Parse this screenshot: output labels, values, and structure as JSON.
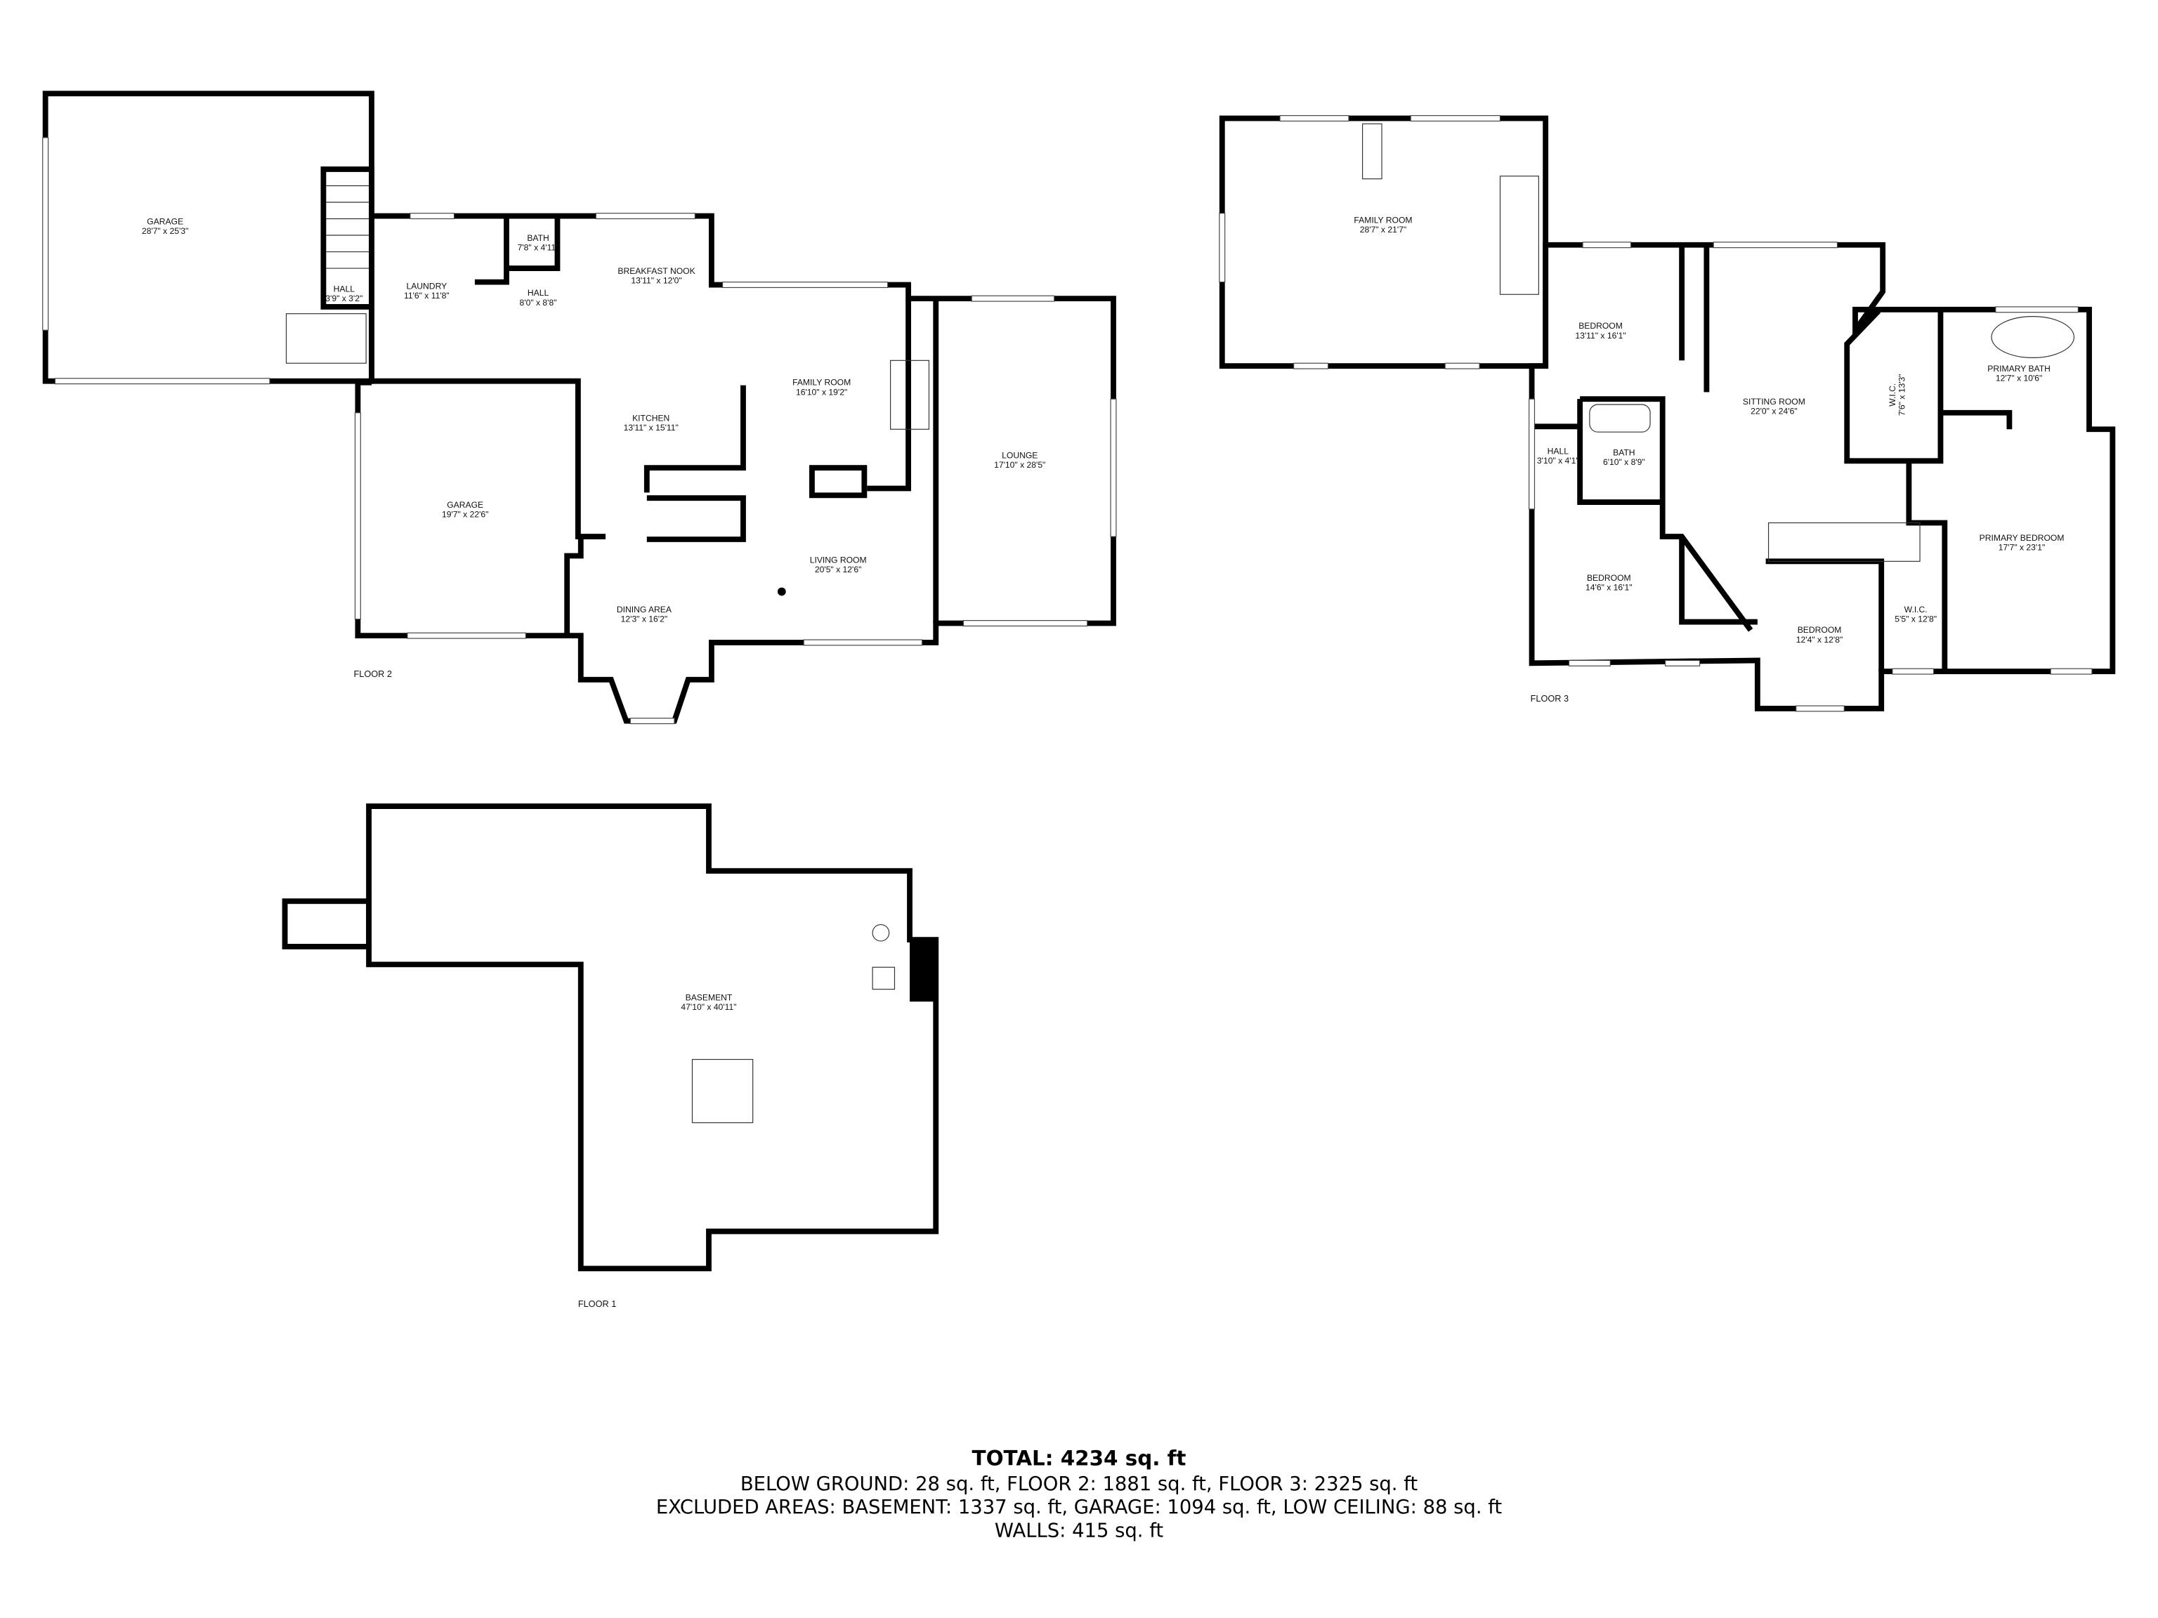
{
  "floor2": {
    "label": "FLOOR 2",
    "rooms": [
      {
        "name": "GARAGE",
        "dims": "28'7\" x 25'3\""
      },
      {
        "name": "HALL",
        "dims": "3'9\" x 3'2\""
      },
      {
        "name": "LAUNDRY",
        "dims": "11'6\" x 11'8\""
      },
      {
        "name": "BATH",
        "dims": "7'8\" x 4'11\""
      },
      {
        "name": "HALL",
        "dims": "8'0\" x 8'8\""
      },
      {
        "name": "BREAKFAST NOOK",
        "dims": "13'11\" x 12'0\""
      },
      {
        "name": "KITCHEN",
        "dims": "13'11\" x 15'11\""
      },
      {
        "name": "FAMILY ROOM",
        "dims": "16'10\" x 19'2\""
      },
      {
        "name": "LOUNGE",
        "dims": "17'10\" x 28'5\""
      },
      {
        "name": "GARAGE",
        "dims": "19'7\" x 22'6\""
      },
      {
        "name": "LIVING ROOM",
        "dims": "20'5\" x 12'6\""
      },
      {
        "name": "DINING AREA",
        "dims": "12'3\" x 16'2\""
      }
    ]
  },
  "floor3": {
    "label": "FLOOR 3",
    "rooms": [
      {
        "name": "FAMILY ROOM",
        "dims": "28'7\" x 21'7\""
      },
      {
        "name": "BEDROOM",
        "dims": "13'11\" x 16'1\""
      },
      {
        "name": "SITTING ROOM",
        "dims": "22'0\" x 24'6\""
      },
      {
        "name": "W.I.C.",
        "dims": "7'6\" x 13'3\""
      },
      {
        "name": "PRIMARY BATH",
        "dims": "12'7\" x 10'6\""
      },
      {
        "name": "HALL",
        "dims": "3'10\" x 4'1\""
      },
      {
        "name": "BATH",
        "dims": "6'10\" x 8'9\""
      },
      {
        "name": "BEDROOM",
        "dims": "14'6\" x 16'1\""
      },
      {
        "name": "BEDROOM",
        "dims": "12'4\" x 12'8\""
      },
      {
        "name": "W.I.C.",
        "dims": "5'5\" x 12'8\""
      },
      {
        "name": "PRIMARY BEDROOM",
        "dims": "17'7\" x 23'1\""
      }
    ]
  },
  "floor1": {
    "label": "FLOOR 1",
    "rooms": [
      {
        "name": "BASEMENT",
        "dims": "47'10\" x 40'11\""
      }
    ]
  },
  "summary": {
    "total": "TOTAL: 4234 sq. ft",
    "line1": "BELOW GROUND: 28 sq. ft, FLOOR 2: 1881 sq. ft, FLOOR 3: 2325 sq. ft",
    "line2": "EXCLUDED AREAS: BASEMENT: 1337 sq. ft, GARAGE: 1094 sq. ft, LOW CEILING: 88 sq. ft",
    "line3": "WALLS: 415 sq. ft"
  }
}
